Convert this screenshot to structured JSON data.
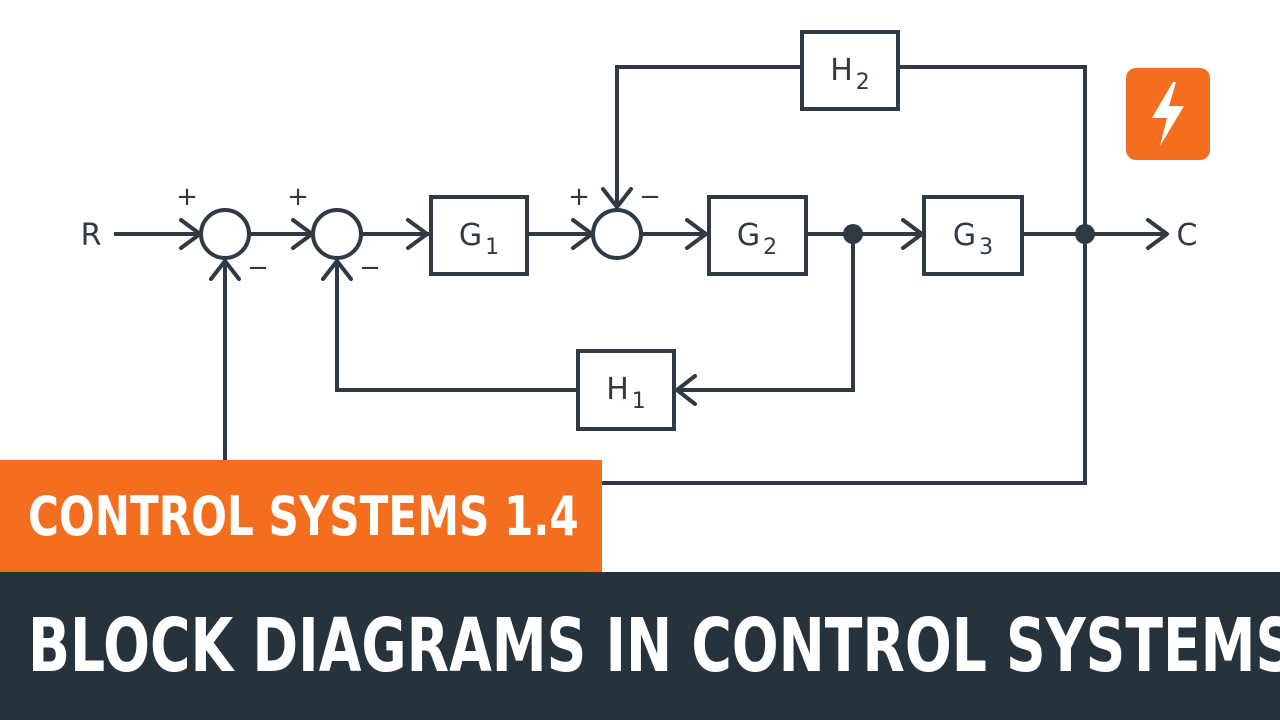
{
  "diagram": {
    "input_label": "R",
    "output_label": "C",
    "blocks": {
      "g1": {
        "base": "G",
        "sub": "1"
      },
      "g2": {
        "base": "G",
        "sub": "2"
      },
      "g3": {
        "base": "G",
        "sub": "3"
      },
      "h1": {
        "base": "H",
        "sub": "1"
      },
      "h2": {
        "base": "H",
        "sub": "2"
      }
    },
    "signs": {
      "sum1_plus": "+",
      "sum1_minus": "−",
      "sum2_plus": "+",
      "sum2_minus": "−",
      "sum3_plus": "+",
      "sum3_minus": "−"
    }
  },
  "banner": {
    "series": "CONTROL SYSTEMS 1.4",
    "title": "BLOCK DIAGRAMS IN CONTROL SYSTEMS"
  },
  "colors": {
    "accent": "#f36f1f",
    "dark": "#27333c",
    "line": "#2f3a44"
  },
  "logo": {
    "icon": "lightning-bolt-icon"
  }
}
